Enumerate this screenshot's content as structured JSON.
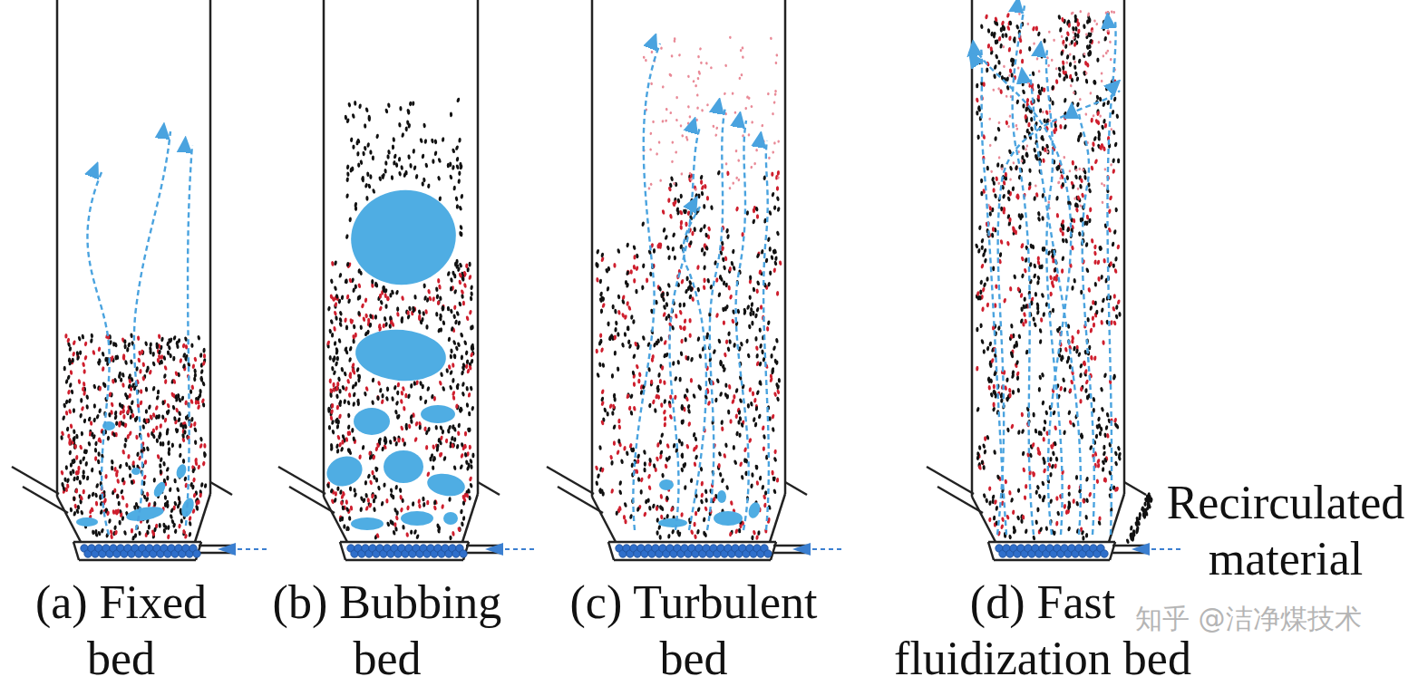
{
  "diagram": {
    "labels": [
      "(a) Fixed bed",
      "(b) Bubbing bed",
      "(c) Turbulent bed",
      "(d) Fast fluidization bed",
      "Recirculated material",
      "知乎 @洁净煤技术"
    ]
  }
}
